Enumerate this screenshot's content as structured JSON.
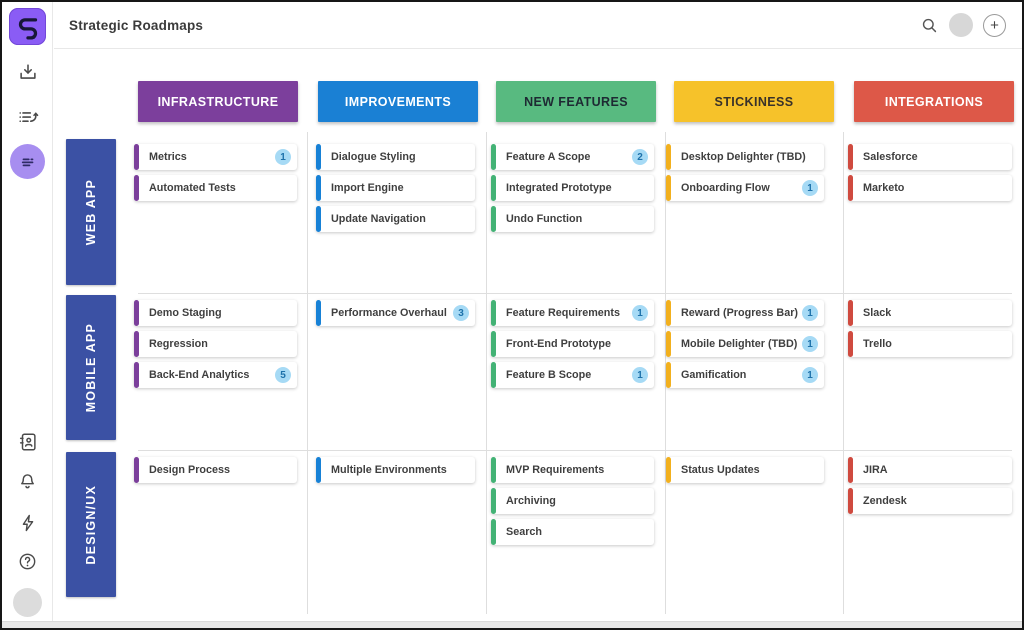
{
  "header": {
    "title": "Strategic Roadmaps"
  },
  "topbar": {
    "icons": [
      "search-icon",
      "user-avatar",
      "add-button"
    ],
    "add_label": "+"
  },
  "sidebar": {
    "logo_icon": "roadmap-logo-icon",
    "icons_top": [
      "export-icon",
      "history-list-icon",
      "roadmap-view-icon"
    ],
    "active_icon": "roadmap-view-icon",
    "icons_bottom": [
      "address-book-icon",
      "notifications-bell-icon",
      "lightning-icon",
      "help-icon",
      "user-avatar"
    ]
  },
  "colors": {
    "row_label_bg": "#3b51a4",
    "badge_bg": "#a6daf5",
    "badge_text": "#1d71aa",
    "active_sidebar_bg": "#a78ef0",
    "logo_bg": "#8a5cf5"
  },
  "board": {
    "columns": [
      {
        "label": "INFRASTRUCTURE",
        "header_bg": "#7c3f9c",
        "header_text": "#ffffff",
        "accent": "#7b3f9b"
      },
      {
        "label": "IMPROVEMENTS",
        "header_bg": "#1a80d4",
        "header_text": "#ffffff",
        "accent": "#1781d6"
      },
      {
        "label": "NEW FEATURES",
        "header_bg": "#58ba80",
        "header_text": "#1e2a33",
        "accent": "#43b275"
      },
      {
        "label": "STICKINESS",
        "header_bg": "#f6c22a",
        "header_text": "#39322a",
        "accent": "#f2b01e"
      },
      {
        "label": "INTEGRATIONS",
        "header_bg": "#dd5848",
        "header_text": "#ffffff",
        "accent": "#cf4a3f"
      }
    ],
    "rows": [
      {
        "label": "WEB APP",
        "cells": [
          [
            {
              "title": "Metrics",
              "badge": 1
            },
            {
              "title": "Automated Tests"
            }
          ],
          [
            {
              "title": "Dialogue Styling"
            },
            {
              "title": "Import Engine"
            },
            {
              "title": "Update Navigation"
            }
          ],
          [
            {
              "title": "Feature A Scope",
              "badge": 2
            },
            {
              "title": "Integrated Prototype"
            },
            {
              "title": "Undo Function"
            }
          ],
          [
            {
              "title": "Desktop Delighter (TBD)"
            },
            {
              "title": "Onboarding Flow",
              "badge": 1
            }
          ],
          [
            {
              "title": "Salesforce"
            },
            {
              "title": "Marketo"
            }
          ]
        ]
      },
      {
        "label": "MOBILE APP",
        "cells": [
          [
            {
              "title": "Demo Staging"
            },
            {
              "title": "Regression"
            },
            {
              "title": "Back-End Analytics",
              "badge": 5
            }
          ],
          [
            {
              "title": "Performance Overhaul",
              "badge": 3
            }
          ],
          [
            {
              "title": "Feature Requirements",
              "badge": 1
            },
            {
              "title": "Front-End Prototype"
            },
            {
              "title": "Feature B Scope",
              "badge": 1
            }
          ],
          [
            {
              "title": "Reward (Progress Bar)",
              "badge": 1
            },
            {
              "title": "Mobile Delighter (TBD)",
              "badge": 1
            },
            {
              "title": "Gamification",
              "badge": 1
            }
          ],
          [
            {
              "title": "Slack"
            },
            {
              "title": "Trello"
            }
          ]
        ]
      },
      {
        "label": "DESIGN/UX",
        "cells": [
          [
            {
              "title": "Design Process"
            }
          ],
          [
            {
              "title": "Multiple Environments"
            }
          ],
          [
            {
              "title": "MVP Requirements"
            },
            {
              "title": "Archiving"
            },
            {
              "title": "Search"
            }
          ],
          [
            {
              "title": "Status Updates"
            }
          ],
          [
            {
              "title": "JIRA"
            },
            {
              "title": "Zendesk"
            }
          ]
        ]
      }
    ]
  }
}
